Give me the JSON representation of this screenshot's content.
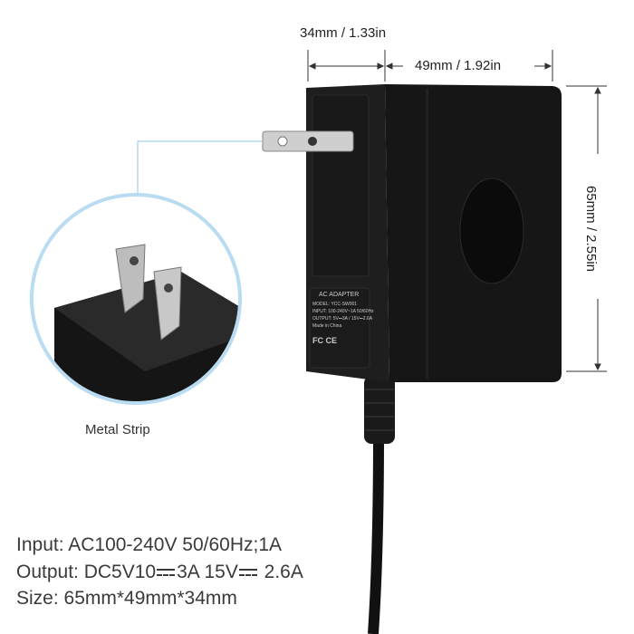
{
  "dimensions": {
    "depth": "34mm / 1.33in",
    "width": "49mm / 1.92in",
    "height": "65mm / 2.55in"
  },
  "callout": {
    "label": "Metal Strip"
  },
  "device_label": {
    "title": "AC ADAPTER",
    "model": "MODEL: YCC-SW001",
    "input": "INPUT: 100-240V~1A  50/60Hz",
    "output": "OUTPUT: 5V⎓3A / 15V⎓2.6A",
    "origin": "Made in China",
    "marks": "FC CE"
  },
  "specs": {
    "input": "Input: AC100-240V 50/60Hz;1A",
    "output_a": "Output: DC5V10",
    "output_b": "3A 15V",
    "output_c": "2.6A",
    "size": "Size: 65mm*49mm*34mm"
  },
  "colors": {
    "body": "#141414",
    "accent_ring": "#b9dcf2"
  }
}
